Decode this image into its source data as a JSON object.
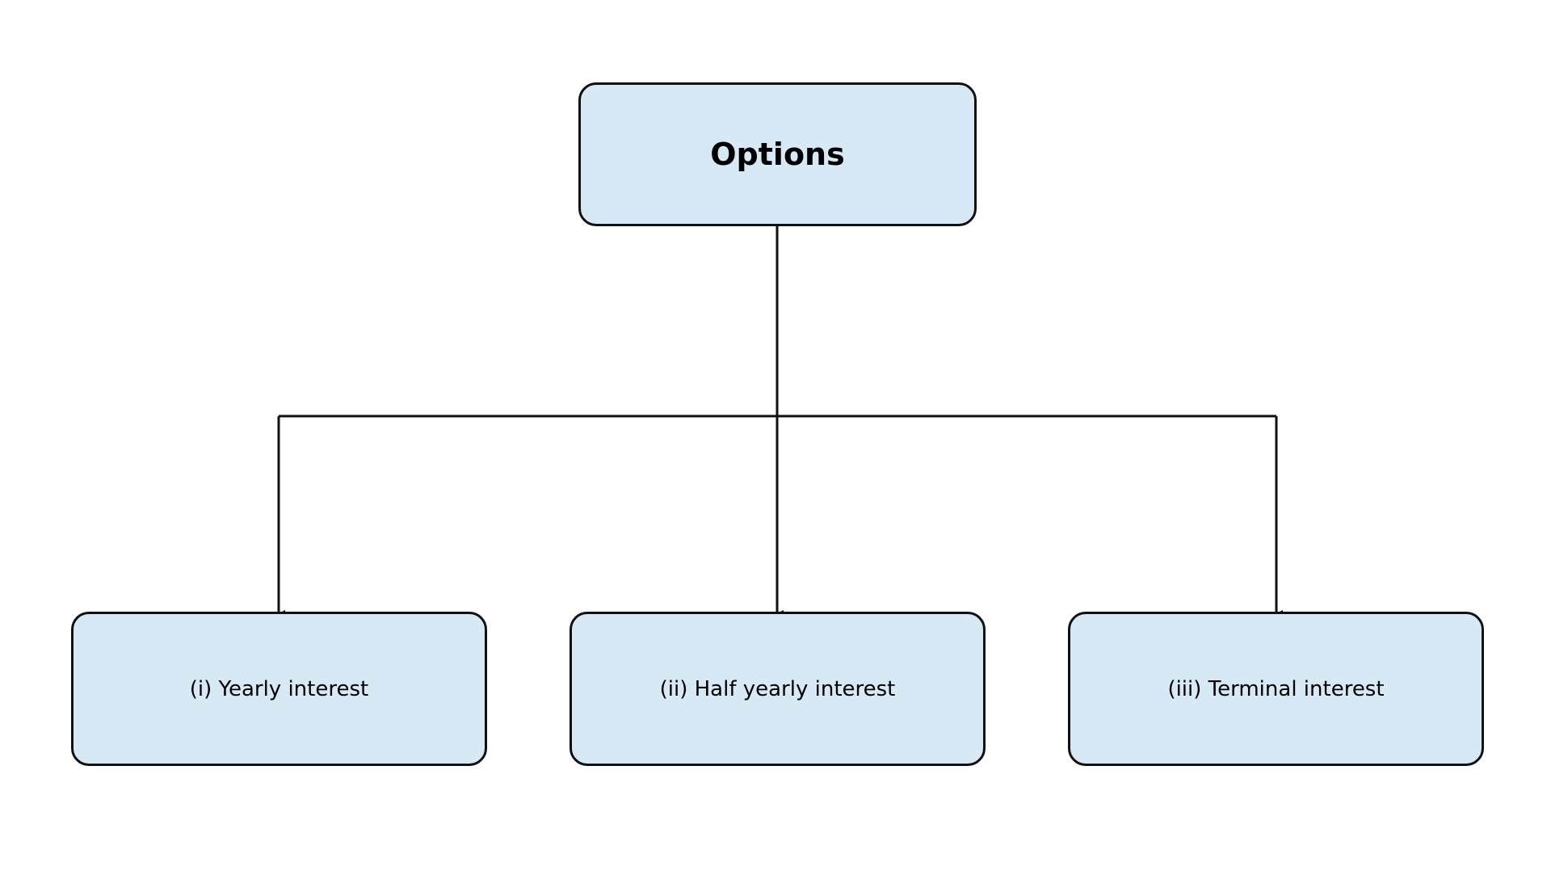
{
  "diagram": {
    "type": "tree",
    "fill_color": "#d8e9f6",
    "stroke_color": "#111111",
    "root": {
      "label": "Options"
    },
    "children": [
      {
        "label": "(i) Yearly interest"
      },
      {
        "label": "(ii) Half yearly interest"
      },
      {
        "label": "(iii) Terminal interest"
      }
    ]
  }
}
